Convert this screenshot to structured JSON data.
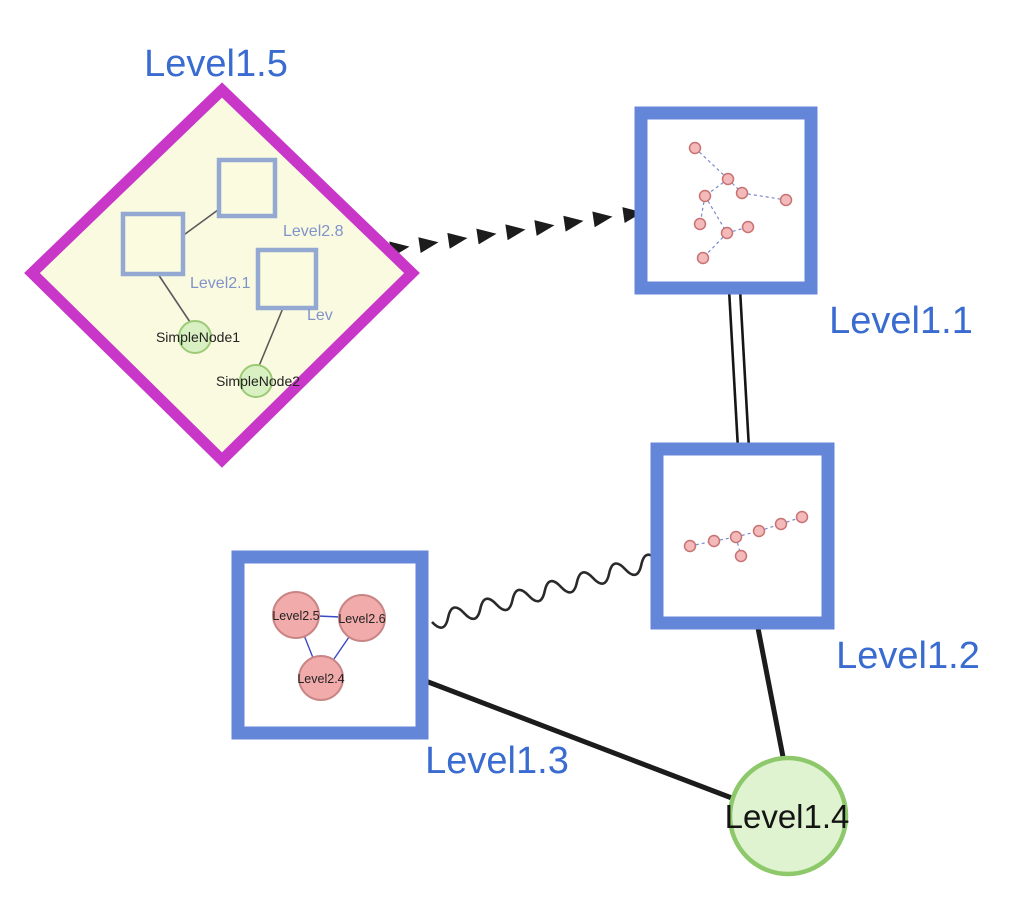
{
  "graph": {
    "top_level_nodes": {
      "level15": {
        "label": "Level1.5",
        "shape": "diamond"
      },
      "level11": {
        "label": "Level1.1",
        "shape": "square"
      },
      "level12": {
        "label": "Level1.2",
        "shape": "square"
      },
      "level13": {
        "label": "Level1.3",
        "shape": "square"
      },
      "level14": {
        "label": "Level1.4",
        "shape": "circle"
      }
    },
    "level15_children": {
      "square_top": {
        "label": "Level2.8"
      },
      "square_left": {
        "label": "Level2.1"
      },
      "square_right": {
        "label": "Lev"
      },
      "simple_node_1": {
        "label": "SimpleNode1"
      },
      "simple_node_2": {
        "label": "SimpleNode2"
      }
    },
    "level13_children": {
      "left": {
        "label": "Level2.5"
      },
      "right": {
        "label": "Level2.6"
      },
      "bottom": {
        "label": "Level2.4"
      }
    },
    "edges": [
      {
        "from": "Level1.5",
        "to": "Level1.1",
        "style": "dashed-arrow"
      },
      {
        "from": "Level1.1",
        "to": "Level1.2",
        "style": "double-line"
      },
      {
        "from": "Level1.3",
        "to": "Level1.2",
        "style": "wavy"
      },
      {
        "from": "Level1.3",
        "to": "Level1.4",
        "style": "solid"
      },
      {
        "from": "Level1.2",
        "to": "Level1.4",
        "style": "solid"
      }
    ],
    "colors": {
      "label_blue": "#3a6bd0",
      "diamond_stroke": "#c837c8",
      "diamond_fill": "#fafae0",
      "group_square_stroke": "#6486d8",
      "inner_square_stroke": "#93a9d2",
      "green_node_fill": "#d9f0c2",
      "green_node_stroke": "#9ccb77",
      "big_green_fill": "#dff3d0",
      "big_green_stroke": "#8dc86a",
      "pink_node_fill": "#f2abab",
      "pink_node_stroke": "#c98585",
      "small_dot_fill": "#f4baba",
      "small_dot_stroke": "#c87272",
      "edge_color": "#1c1c1c"
    }
  }
}
